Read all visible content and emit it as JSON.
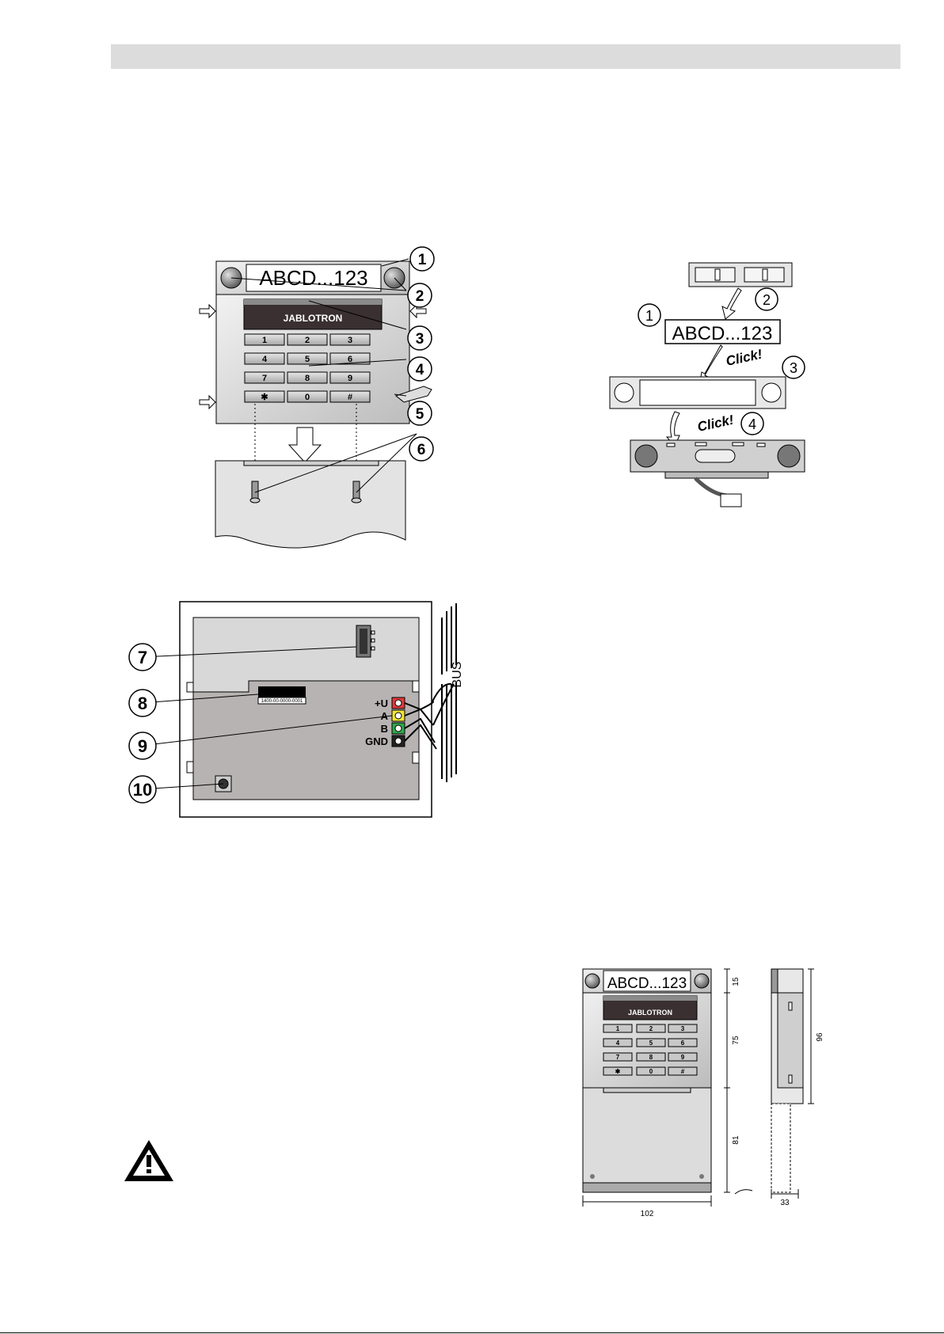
{
  "fig1": {
    "label_text": "ABCD...123",
    "brand": "JABLOTRON",
    "keys": [
      "1",
      "2",
      "3",
      "4",
      "5",
      "6",
      "7",
      "8",
      "9",
      "✱",
      "0",
      "#"
    ],
    "callouts": [
      "1",
      "2",
      "3",
      "4",
      "5",
      "6"
    ]
  },
  "fig2": {
    "label_text": "ABCD...123",
    "click1": "Click!",
    "click2": "Click!",
    "callouts": [
      "1",
      "2",
      "3",
      "4"
    ]
  },
  "fig3": {
    "serial": "1400-00-0000-0001",
    "bus_label": "BUS",
    "terminals": [
      {
        "label": "+U",
        "color": "#e23a3a"
      },
      {
        "label": "A",
        "color": "#f2e632"
      },
      {
        "label": "B",
        "color": "#2fa84a"
      },
      {
        "label": "GND",
        "color": "#222222"
      }
    ],
    "callouts": [
      "7",
      "8",
      "9",
      "10"
    ]
  },
  "fig4": {
    "label_text": "ABCD...123",
    "brand": "JABLOTRON",
    "keys": [
      "1",
      "2",
      "3",
      "4",
      "5",
      "6",
      "7",
      "8",
      "9",
      "✱",
      "0",
      "#"
    ],
    "dim_width": "102",
    "dim_15": "15",
    "dim_75": "75",
    "dim_81": "81",
    "dim_96": "96",
    "dim_33": "33"
  }
}
